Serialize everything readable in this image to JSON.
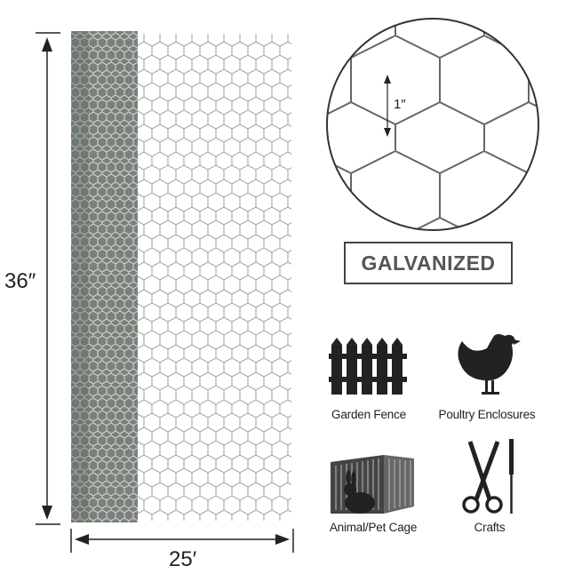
{
  "dimensions": {
    "height_label": "36″",
    "width_label": "25′",
    "mesh_label": "1″"
  },
  "finish_label": "GALVANIZED",
  "uses": [
    {
      "label": "Garden Fence",
      "icon": "fence-icon"
    },
    {
      "label": "Poultry Enclosures",
      "icon": "chicken-icon"
    },
    {
      "label": "Animal/Pet Cage",
      "icon": "rabbit-cage-icon"
    },
    {
      "label": "Crafts",
      "icon": "scissors-icon"
    }
  ],
  "colors": {
    "text": "#222222",
    "wire": "#8a8f8a",
    "roll": "#6f756f"
  }
}
